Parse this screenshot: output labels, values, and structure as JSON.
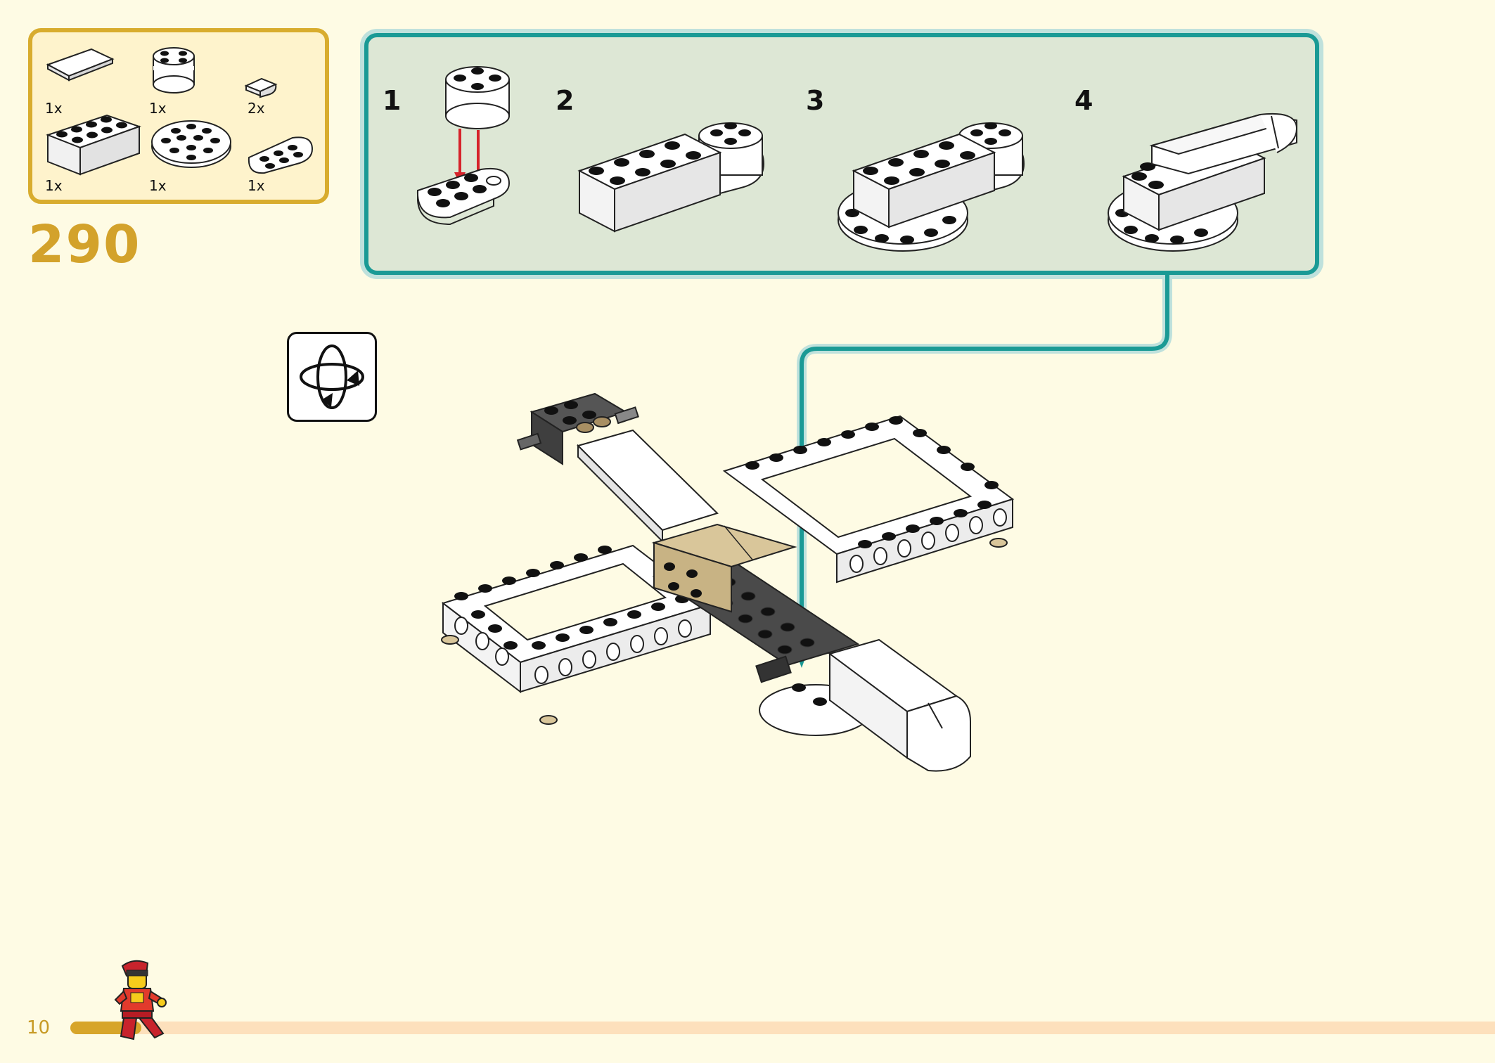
{
  "colors": {
    "page_background": "#fefbe4",
    "parts_box_border": "#d8ac2e",
    "parts_box_fill": "#fef3cc",
    "step_number": "#d3a22b",
    "substep_border": "#1a9a95",
    "substep_fill": "#dde7d5",
    "arrow": "#d6222a",
    "progress_fill": "#d7a52a",
    "progress_track": "#fde0bc",
    "tan_brick": "#d9c69a",
    "dark_brick": "#4a4a4a"
  },
  "parts": [
    {
      "qty": "1x",
      "icon": "flat-tile-icon"
    },
    {
      "qty": "1x",
      "icon": "round-brick-icon"
    },
    {
      "qty": "2x",
      "icon": "curved-slope-icon"
    },
    {
      "qty": "1x",
      "icon": "brick-2x4-icon"
    },
    {
      "qty": "1x",
      "icon": "round-plate-icon"
    },
    {
      "qty": "1x",
      "icon": "rounded-plate-icon"
    }
  ],
  "step": {
    "number": "290"
  },
  "substeps": [
    {
      "label": "1"
    },
    {
      "label": "2"
    },
    {
      "label": "3"
    },
    {
      "label": "4"
    }
  ],
  "icons": {
    "rotate": "rotate-model-icon",
    "minifigure": "minifigure-icon"
  },
  "footer": {
    "page_number": "10",
    "progress_fraction": 0.05
  }
}
